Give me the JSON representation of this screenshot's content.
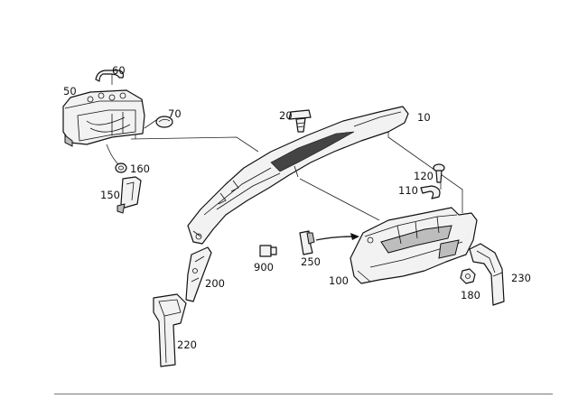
{
  "callouts": {
    "c10": "10",
    "c20": "20",
    "c50": "50",
    "c60": "60",
    "c70": "70",
    "c100": "100",
    "c110": "110",
    "c120": "120",
    "c150": "150",
    "c160": "160",
    "c180": "180",
    "c200": "200",
    "c220": "220",
    "c230": "230",
    "c250": "250",
    "c900": "900"
  }
}
